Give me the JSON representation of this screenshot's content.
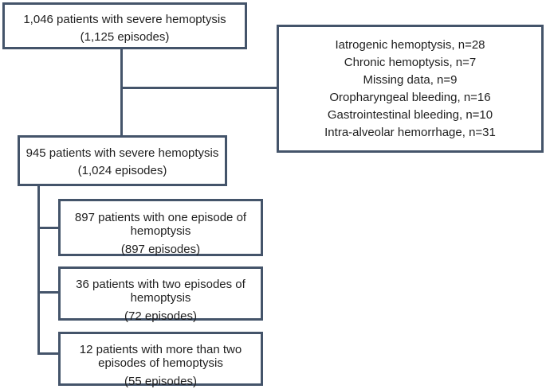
{
  "diagram": {
    "type": "patient-flowchart",
    "colors": {
      "border": "#44546A",
      "line": "#44546A",
      "text": "#1f1f1f",
      "background": "#ffffff"
    },
    "nodes": {
      "total": {
        "lines": [
          "1,046 patients with severe hemoptysis",
          "(1,125 episodes)"
        ]
      },
      "excluded": {
        "lines": [
          "Iatrogenic hemoptysis, n=28",
          "Chronic hemoptysis, n=7",
          "Missing data, n=9",
          "Oropharyngeal bleeding, n=16",
          "Gastrointestinal bleeding, n=10",
          "Intra-alveolar hemorrhage, n=31"
        ]
      },
      "included": {
        "lines": [
          "945 patients with severe hemoptysis",
          "(1,024 episodes)"
        ]
      },
      "one_episode": {
        "lines": [
          "897 patients with one episode of",
          "hemoptysis"
        ],
        "episodes": "(897 episodes)"
      },
      "two_episodes": {
        "lines": [
          "36 patients with two episodes of",
          "hemoptysis"
        ],
        "episodes": "(72 episodes)"
      },
      "more_than_two_episodes": {
        "lines": [
          "12 patients with more than two",
          "episodes of hemoptysis"
        ],
        "episodes": "(55 episodes)"
      }
    }
  }
}
